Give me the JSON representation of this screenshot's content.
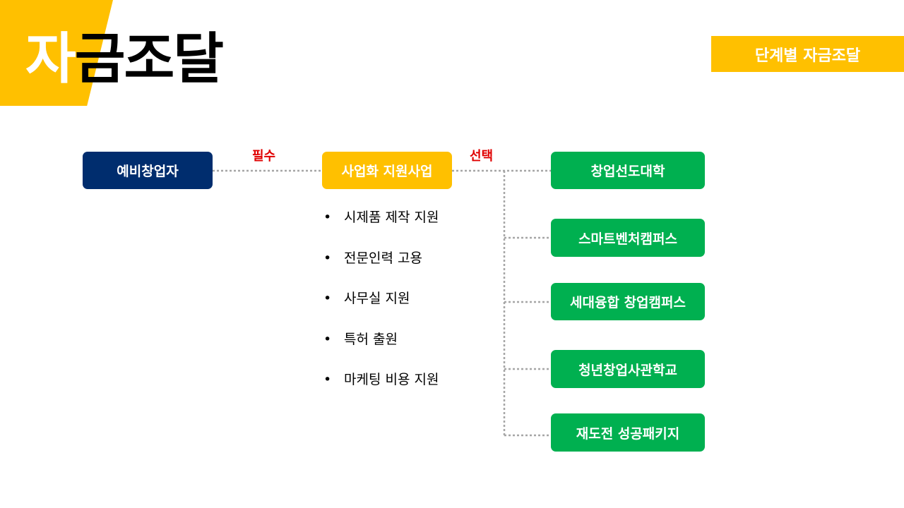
{
  "header": {
    "title_first": "자",
    "title_rest": "금조달",
    "tag": "단계별 자금조달"
  },
  "diagram": {
    "start": "예비창업자",
    "middle": "사업화 지원사업",
    "edge_required": "필수",
    "edge_optional": "선택",
    "support_items": [
      "시제품 제작 지원",
      "전문인력 고용",
      "사무실 지원",
      "특허 출원",
      "마케팅 비용 지원"
    ],
    "programs": [
      "창업선도대학",
      "스마트벤처캠퍼스",
      "세대융합 창업캠퍼스",
      "청년창업사관학교",
      "재도전 성공패키지"
    ]
  },
  "colors": {
    "accent_yellow": "#ffc000",
    "navy": "#002d6e",
    "green": "#00b050",
    "label_red": "#e00000",
    "connector_gray": "#a6a6a6"
  },
  "icons": [
    "bullet-dot-icon"
  ]
}
